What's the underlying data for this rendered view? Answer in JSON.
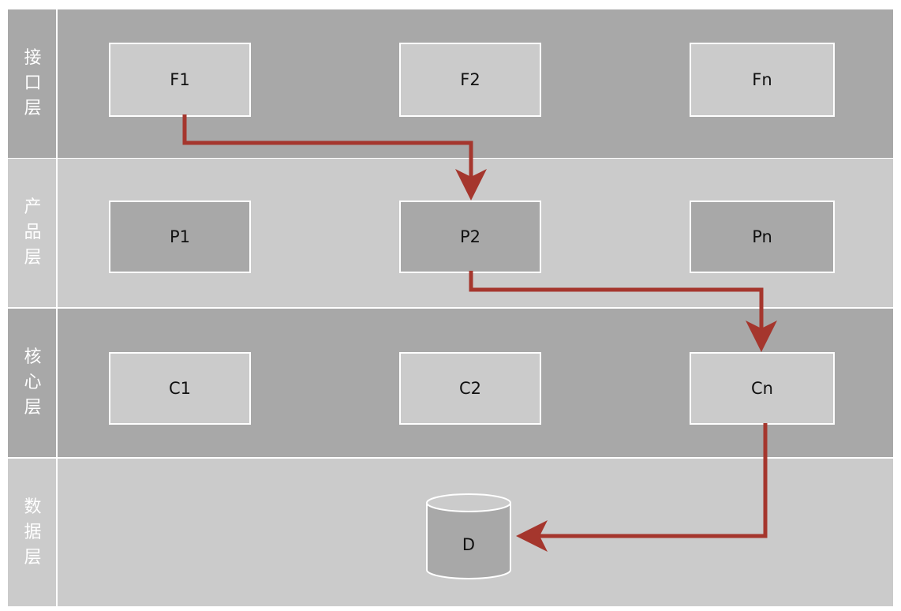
{
  "layers": [
    {
      "label": [
        "接",
        "口",
        "层"
      ],
      "nodes": [
        "F1",
        "F2",
        "Fn"
      ]
    },
    {
      "label": [
        "产",
        "品",
        "层"
      ],
      "nodes": [
        "P1",
        "P2",
        "Pn"
      ]
    },
    {
      "label": [
        "核",
        "心",
        "层"
      ],
      "nodes": [
        "C1",
        "C2",
        "Cn"
      ]
    },
    {
      "label": [
        "数",
        "据",
        "层"
      ],
      "nodes": []
    }
  ],
  "database": "D",
  "colors": {
    "lane_dark": "#a8a8a8",
    "lane_light": "#cbcbcb",
    "arrow": "#a5362d",
    "separator": "#ffffff"
  },
  "flow": [
    "F1",
    "P2",
    "Cn",
    "D"
  ]
}
